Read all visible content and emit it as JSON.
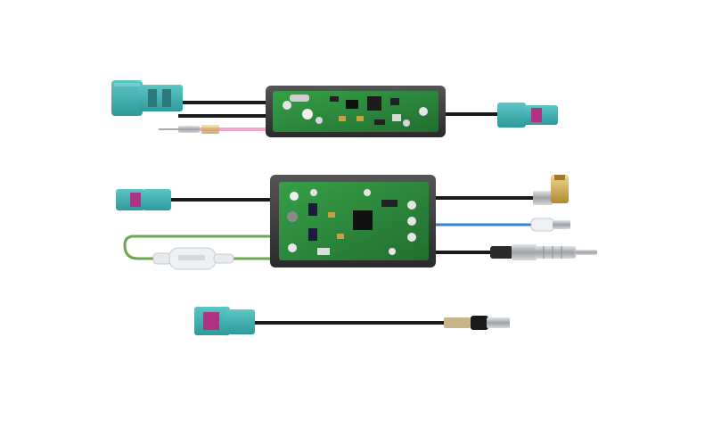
{
  "scene": {
    "description_colors": {
      "background": "#ffffff",
      "cable": "#1a1a1a",
      "fakra_connector": "#45b3b3",
      "fakra_key": "#b0337f",
      "pcb": "#2e8b3e",
      "housing": "#3a3a3a",
      "pink_wire": "#f2a7c8",
      "blue_wire": "#3a7fd0",
      "green_wire": "#6aa84f",
      "gold": "#c9a24a",
      "chrome": "#bfc3c6"
    },
    "items": [
      {
        "id": "adapter-top",
        "icons": [
          "fakra-double-connector-icon",
          "fakra-single-connector-icon",
          "pcb-module-icon",
          "crimp-terminal-icon"
        ]
      },
      {
        "id": "adapter-middle",
        "icons": [
          "fakra-single-connector-icon",
          "pcb-module-icon",
          "smb-angled-plug-icon",
          "spade-terminal-icon",
          "din-antenna-plug-icon",
          "fuse-holder-icon"
        ]
      },
      {
        "id": "adapter-bottom",
        "icons": [
          "fakra-single-connector-icon",
          "cable-end-sleeve-icon"
        ]
      }
    ]
  }
}
